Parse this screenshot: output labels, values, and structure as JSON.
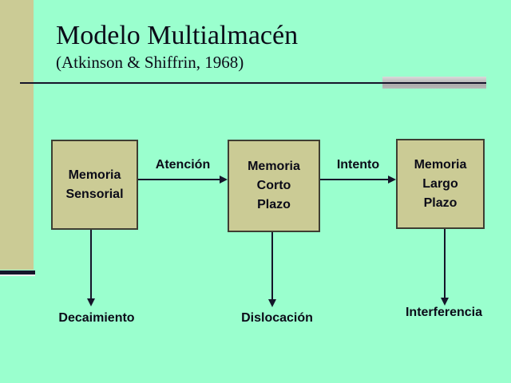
{
  "slide": {
    "title": "Modelo Multialmacén",
    "subtitle": "(Atkinson & Shiffrin, 1968)"
  },
  "colors": {
    "background": "#9AFFCE",
    "accent-bar": "#CBCB95",
    "box-fill": "#CBCB95",
    "box-border": "#3E3E32",
    "line": "#15152A",
    "text": "#0B0B18",
    "gray-segment": "#C2C2C2"
  },
  "diagram": {
    "stores": [
      {
        "label": "Memoria\nSensorial"
      },
      {
        "label": "Memoria\nCorto\nPlazo"
      },
      {
        "label": "Memoria\nLargo\nPlazo"
      }
    ],
    "transitions": [
      {
        "label": "Atención"
      },
      {
        "label": "Intento"
      }
    ],
    "losses": [
      {
        "label": "Decaimiento"
      },
      {
        "label": "Dislocación"
      },
      {
        "label": "Interferencia"
      }
    ]
  }
}
